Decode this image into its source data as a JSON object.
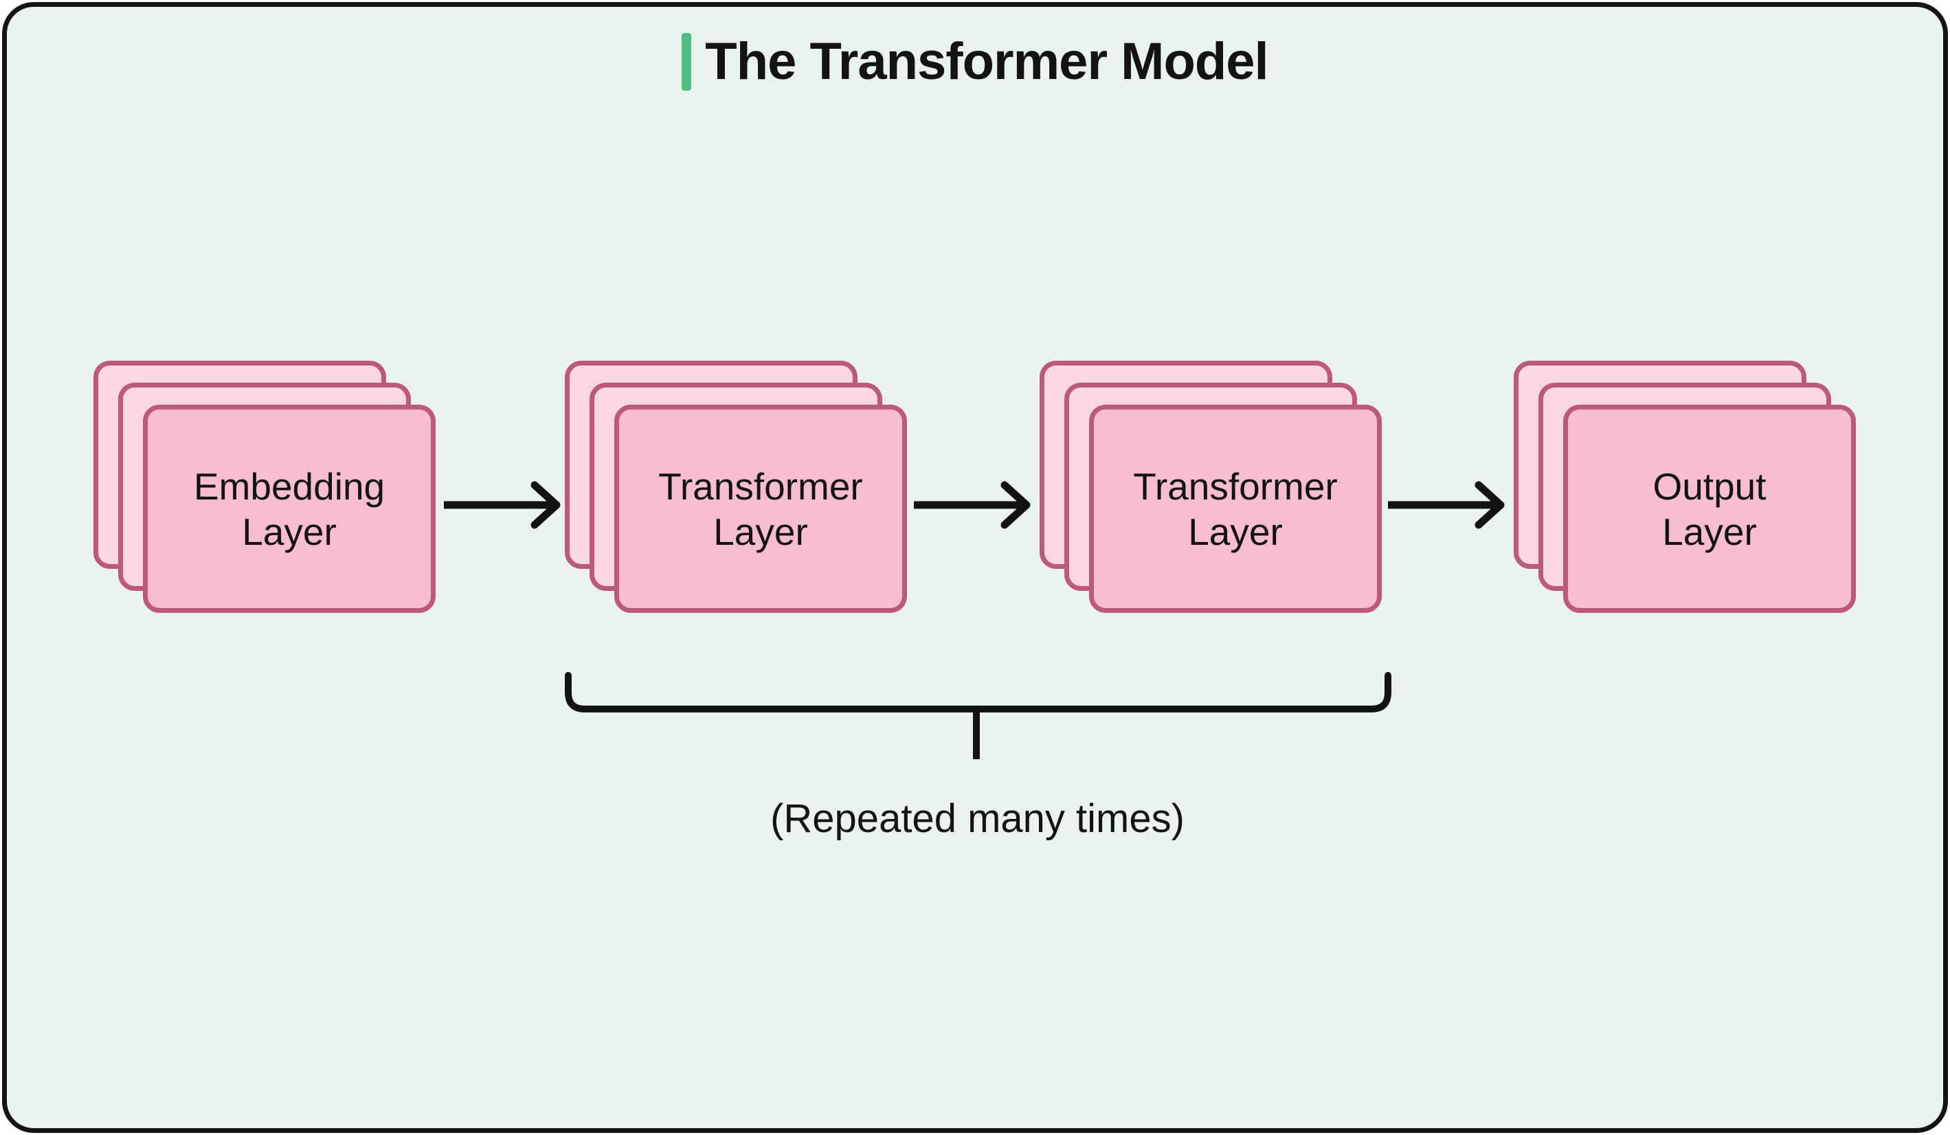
{
  "title": "The Transformer Model",
  "nodes": [
    {
      "id": "embedding-layer",
      "label": "Embedding\nLayer"
    },
    {
      "id": "transformer-layer-1",
      "label": "Transformer\nLayer"
    },
    {
      "id": "transformer-layer-2",
      "label": "Transformer\nLayer"
    },
    {
      "id": "output-layer",
      "label": "Output\nLayer"
    }
  ],
  "annotation": {
    "repeat_label": "(Repeated many times)"
  },
  "colors": {
    "background": "#e9f2ee",
    "frame_border": "#141414",
    "accent_green": "#4ebc83",
    "box_border": "#bd5a7c",
    "box_fill_front": "#f8bcd3",
    "box_fill_back": "#fbd6e3",
    "ink": "#131313"
  }
}
